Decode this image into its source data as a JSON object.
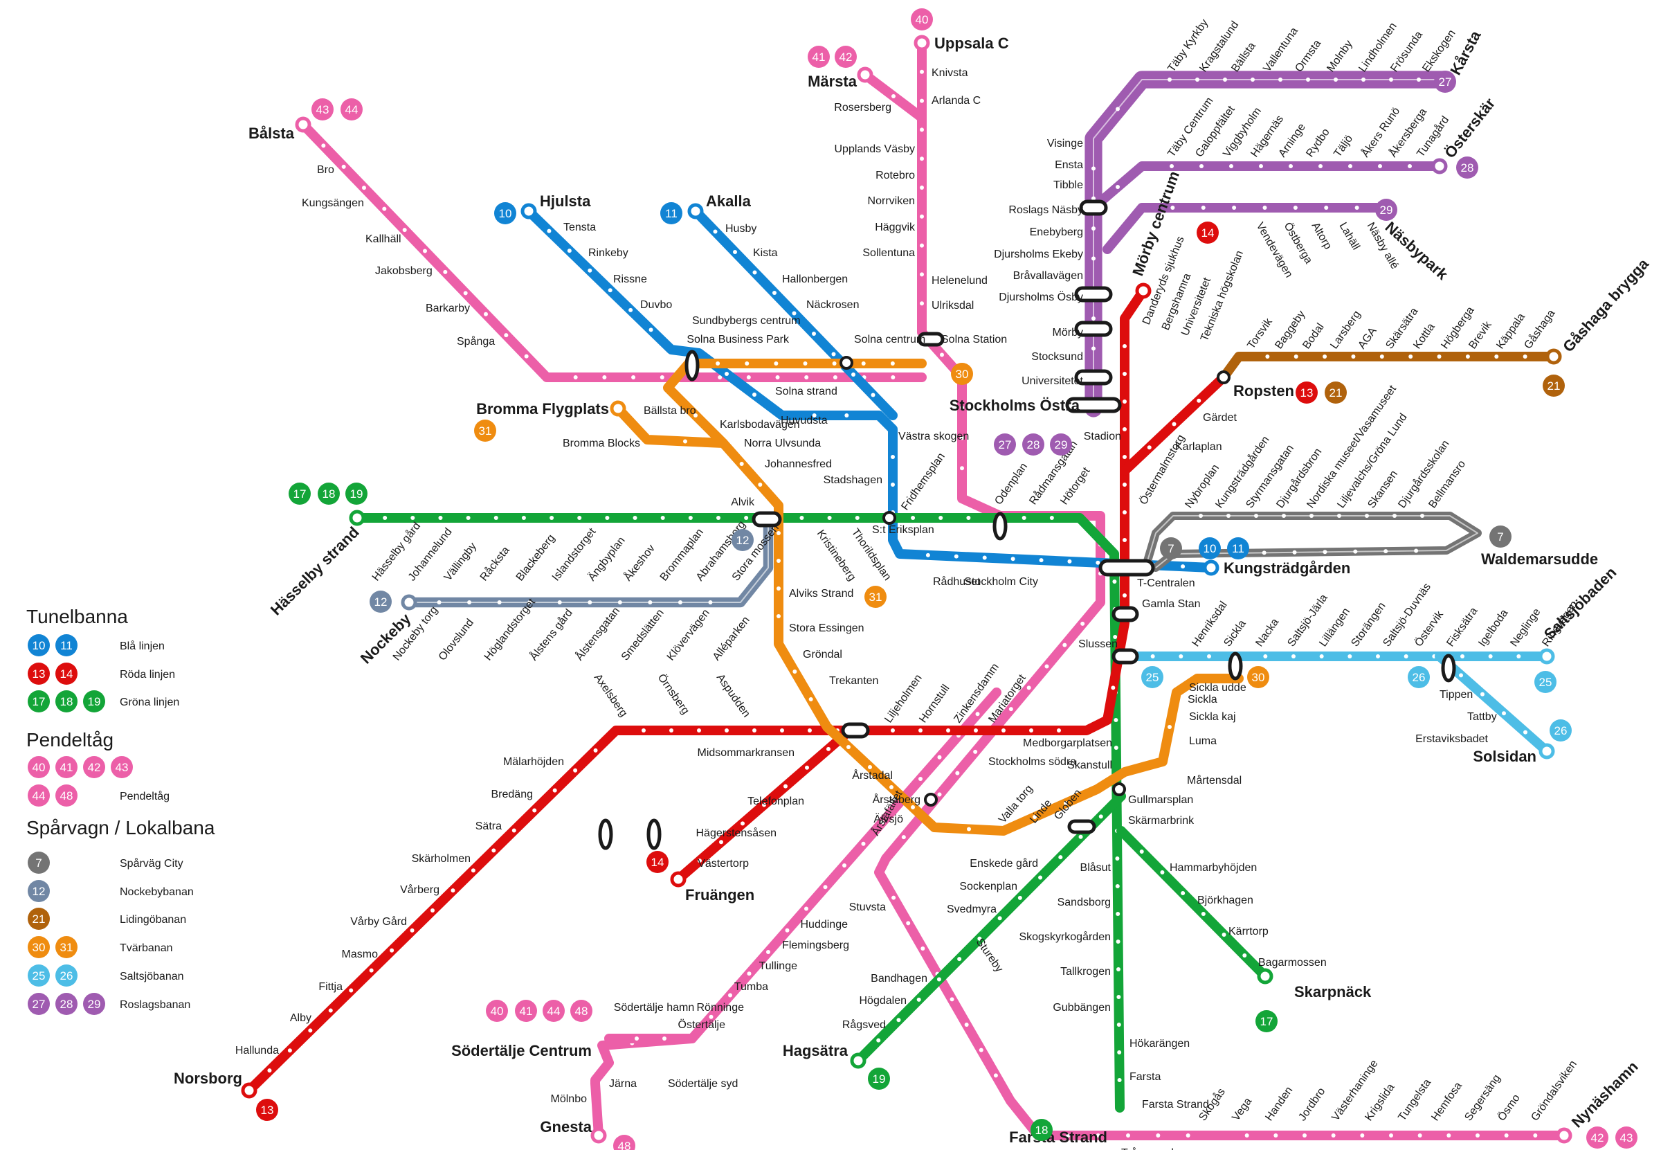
{
  "colors": {
    "blue": "#1184d4",
    "red": "#dd0d0d",
    "green": "#13a538",
    "pink": "#ec5fa8",
    "orange": "#ef8c10",
    "grey": "#747474",
    "slate": "#7187a4",
    "brown": "#b0620c",
    "sky": "#4dbde6",
    "purple": "#9f5bb0"
  },
  "terminals": {
    "uppsala": "Uppsala C",
    "marsta": "Märsta",
    "balsta": "Bålsta",
    "hjulsta": "Hjulsta",
    "akalla": "Akalla",
    "karsta": "Kårsta",
    "osterskar": "Österskär",
    "nasbypark": "Näsbypark",
    "morby": "Mörby centrum",
    "ropsten": "Ropsten",
    "gashaga": "Gåshaga brygga",
    "bromma": "Bromma Flygplats",
    "stockholms_ostra": "Stockholms Östra",
    "hasselby": "Hässelby strand",
    "nockeby": "Nockeby",
    "kungstradgarden": "Kungsträdgården",
    "waldemarsudde": "Waldemarsudde",
    "saltsjobaden": "Saltsjöbaden",
    "solsidan": "Solsidan",
    "fruangen": "Fruängen",
    "norsborg": "Norsborg",
    "sodertalje": "Södertälje Centrum",
    "gnesta": "Gnesta",
    "hagsatra": "Hagsätra",
    "skarpnack": "Skarpnäck",
    "farsta_strand": "Farsta Strand",
    "nynashamn": "Nynäshamn"
  },
  "stations": {
    "blue10": [
      "Tensta",
      "Rinkeby",
      "Rissne",
      "Duvbo",
      "Sundbybergs centrum",
      "Solna strand",
      "Huvudsta",
      "Västra skogen"
    ],
    "blue11": [
      "Husby",
      "Kista",
      "Hallonbergen",
      "Näckrosen",
      "Solna centrum"
    ],
    "blue_trunk": [
      "Stadshagen",
      "Fridhemsplan",
      "Rådhuset",
      "T-Centralen"
    ],
    "green_west": [
      "Hässelby gård",
      "Johannelund",
      "Vällingby",
      "Råcksta",
      "Blackeberg",
      "Islandstorget",
      "Ängbyplan",
      "Åkeshov",
      "Brommaplan",
      "Abrahamsberg",
      "Stora mossen",
      "Alvik",
      "Kristineberg",
      "Thorildsplan",
      "S:t Eriksplan",
      "Odenplan",
      "Rådmansgatan",
      "Hötorget"
    ],
    "green_south": [
      "Gamla Stan",
      "Slussen",
      "Medborgarplatsen",
      "Skanstull",
      "Gullmarsplan",
      "Skärmarbrink",
      "Hammarbyhöjden",
      "Björkhagen",
      "Kärrtorp",
      "Bagarmossen",
      "Blåsut",
      "Sandsborg",
      "Skogskyrkogården",
      "Tallkrogen",
      "Gubbängen",
      "Hökarängen",
      "Farsta",
      "Enskede gård",
      "Sockenplan",
      "Svedmyra",
      "Stureby",
      "Bandhagen",
      "Högdalen",
      "Rågsved"
    ],
    "red_north": [
      "Danderyds sjukhus",
      "Bergshamra",
      "Universitetet",
      "Tekniska högskolan",
      "Stadion",
      "Östermalmstorg",
      "Gärdet",
      "Karlaplan"
    ],
    "red_south": [
      "Mariatorget",
      "Zinkensdamm",
      "Hornstull",
      "Liljeholmen",
      "Midsommarkransen",
      "Telefonplan",
      "Hägerstensåsen",
      "Västertorp",
      "Aspudden",
      "Örnsberg",
      "Axelsberg",
      "Mälarhöjden",
      "Bredäng",
      "Sätra",
      "Skärholmen",
      "Vårberg",
      "Vårby Gård",
      "Masmo",
      "Fittja",
      "Alby",
      "Hallunda"
    ],
    "commuter_north": [
      "Knivsta",
      "Arlanda C",
      "Rosersberg",
      "Upplands Väsby",
      "Rotebro",
      "Norrviken",
      "Häggvik",
      "Sollentuna",
      "Helenelund",
      "Ulriksdal",
      "Solna Station",
      "Bro",
      "Kungsängen",
      "Kallhäll",
      "Jakobsberg",
      "Barkarby",
      "Spånga",
      "Solna Business Park",
      "Stockholm City",
      "Stockholms södra",
      "Årstaberg",
      "Älvsjö"
    ],
    "commuter_south": [
      "Stuvsta",
      "Huddinge",
      "Flemingsberg",
      "Tullinge",
      "Tumba",
      "Rönninge",
      "Östertälje",
      "Södertälje hamn",
      "Järna",
      "Mölnbo",
      "Södertälje syd",
      "Farsta Strand",
      "Trångsund",
      "Skogås",
      "Vega",
      "Handen",
      "Jordbro",
      "Västerhaninge",
      "Krigslida",
      "Tungelsta",
      "Hemfosa",
      "Segersäng",
      "Ösmo",
      "Gröndalsviken"
    ],
    "orange": [
      "Bällsta bro",
      "Bromma Blocks",
      "Karlsbodavägen",
      "Norra Ulvsunda",
      "Johannesfred",
      "Alviks Strand",
      "Stora Essingen",
      "Gröndal",
      "Trekanten",
      "Årstadal",
      "Årstafältet",
      "Valla torg",
      "Linde",
      "Globen",
      "Mårtensdal",
      "Luma",
      "Sickla kaj",
      "Sickla udde",
      "Sickla"
    ],
    "roslag": [
      "Täby Kyrkby",
      "Kragstalund",
      "Bällsta",
      "Vallentuna",
      "Ormsta",
      "Molnby",
      "Lindholmen",
      "Frösunda",
      "Ekskogen",
      "Täby Centrum",
      "Galoppfältet",
      "Viggbyholm",
      "Hägernäs",
      "Arninge",
      "Rydbo",
      "Täljö",
      "Åkers Runö",
      "Åkersberga",
      "Tunagård",
      "Vendevägen",
      "Östberga",
      "Altorp",
      "Lahäll",
      "Näsby allé",
      "Visinge",
      "Ensta",
      "Tibble",
      "Roslags Näsby",
      "Enebyberg",
      "Djursholms Ekeby",
      "Bråvallavägen",
      "Djursholms Ösby",
      "Mörby",
      "Stocksund",
      "Universitetet"
    ],
    "lidingo": [
      "Torsvik",
      "Baggeby",
      "Bodal",
      "Larsberg",
      "AGA",
      "Skärsätra",
      "Kottla",
      "Högberga",
      "Brevik",
      "Käppala",
      "Gåshaga"
    ],
    "tram7": [
      "Nybroplan",
      "Kungsträdgården",
      "Styrmansgatan",
      "Djurgårdsbron",
      "Nordiska museet/Vasamuseet",
      "Liljevalchs/Gröna Lund",
      "Skansen",
      "Djurgårdsskolan",
      "Bellmansro"
    ],
    "nockeby": [
      "Nockeby torg",
      "Olovslund",
      "Höglandstorget",
      "Ålstens gård",
      "Ålstensgatan",
      "Smedslätten",
      "Klövervägen",
      "Alléparken"
    ],
    "saltsjo": [
      "Henriksdal",
      "Sickla",
      "Nacka",
      "Saltsjö-Järla",
      "Lillängen",
      "Storängen",
      "Saltsjö-Duvnäs",
      "Östervik",
      "Fisksätra",
      "Igelboda",
      "Neglinge",
      "Ringvägen",
      "Tippen",
      "Tattby",
      "Erstaviksbadet"
    ]
  },
  "legend": {
    "tunnelbana": "Tunelbanna",
    "pendeltag": "Pendeltåg",
    "sparvagn": "Spårvagn / Lokalbana",
    "rows": [
      {
        "badges": [
          "10",
          "11"
        ],
        "colors": [
          "blue",
          "blue"
        ],
        "label": "Blå linjen"
      },
      {
        "badges": [
          "13",
          "14"
        ],
        "colors": [
          "red",
          "red"
        ],
        "label": "Röda linjen"
      },
      {
        "badges": [
          "17",
          "18",
          "19"
        ],
        "colors": [
          "green",
          "green",
          "green"
        ],
        "label": "Gröna linjen"
      },
      {
        "badges": [
          "40",
          "41",
          "42",
          "43",
          "44",
          "48"
        ],
        "colors": [
          "pink"
        ],
        "label": "Pendeltåg"
      },
      {
        "badges": [
          "7"
        ],
        "colors": [
          "grey"
        ],
        "label": "Spårväg City"
      },
      {
        "badges": [
          "12"
        ],
        "colors": [
          "slate"
        ],
        "label": "Nockebybanan"
      },
      {
        "badges": [
          "21"
        ],
        "colors": [
          "brown"
        ],
        "label": "Lidingöbanan"
      },
      {
        "badges": [
          "30",
          "31"
        ],
        "colors": [
          "orange",
          "orange"
        ],
        "label": "Tvärbanan"
      },
      {
        "badges": [
          "25",
          "26"
        ],
        "colors": [
          "sky",
          "sky"
        ],
        "label": "Saltsjöbanan"
      },
      {
        "badges": [
          "27",
          "28",
          "29"
        ],
        "colors": [
          "purple",
          "purple",
          "purple"
        ],
        "label": "Roslagsbanan"
      }
    ]
  }
}
